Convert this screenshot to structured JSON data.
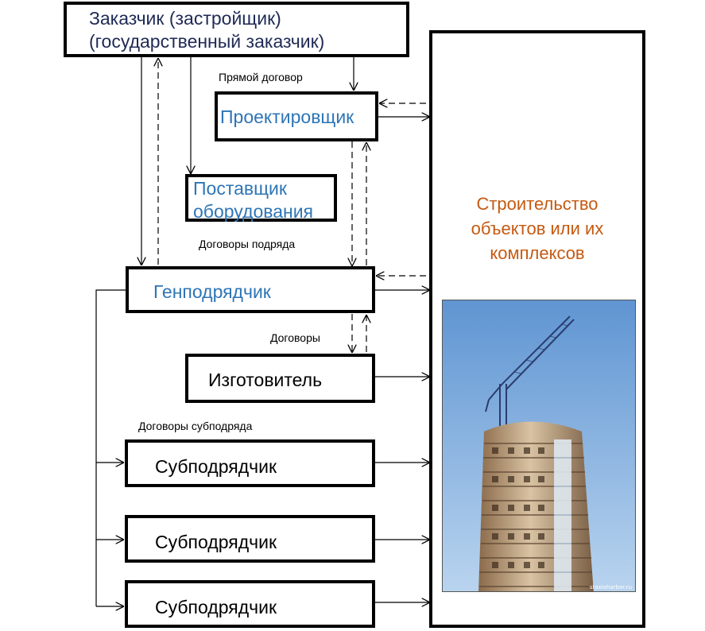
{
  "nodes": {
    "customer": [
      "Заказчик (застройщик)",
      "(государственный заказчик)"
    ],
    "designer": "Проектировщик",
    "supplier": [
      "Поставщик",
      "оборудования"
    ],
    "general_contractor": "Генподрядчик",
    "manufacturer": "Изготовитель",
    "subcontractors": [
      "Субподрядчик",
      "Субподрядчик",
      "Субподрядчик"
    ],
    "construction": [
      "Строительство",
      "объектов или их",
      "комплексов"
    ]
  },
  "edge_labels": {
    "direct_contract": "Прямой договор",
    "contracts": "Договоры подряда",
    "agreements": "Договоры",
    "subcontracts": "Договоры субподряда"
  },
  "photo": {
    "subject": "high-rise building under construction with tower crane",
    "watermark": "staxioharbor.ru"
  },
  "colors": {
    "blue_text": "#2e75b6",
    "navy_text": "#1f2a56",
    "orange_text": "#c55a11",
    "sky": "#7fb0df"
  }
}
